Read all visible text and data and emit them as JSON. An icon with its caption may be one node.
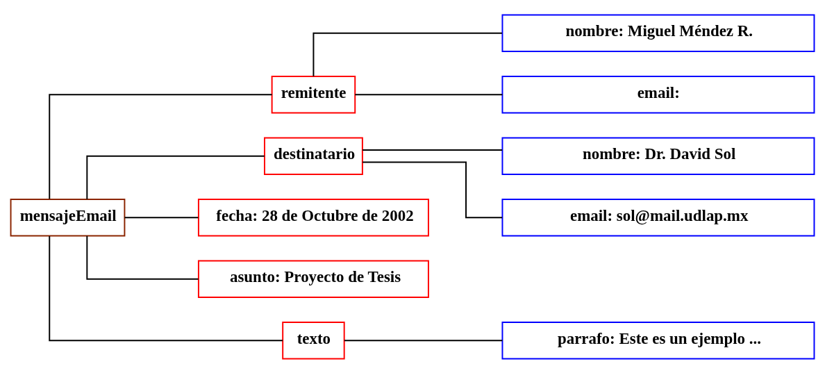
{
  "diagram": {
    "nodes": [
      {
        "text": [
          "mensajeEmail"
        ]
      },
      {
        "text": [
          "remitente"
        ]
      },
      {
        "text": [
          "nombre: Miguel Méndez R."
        ]
      },
      {
        "text": [
          "email:"
        ]
      },
      {
        "text": [
          "destinatario"
        ]
      },
      {
        "text": [
          "nombre: Dr. David Sol"
        ]
      },
      {
        "text": [
          "email: sol@mail.udlap.mx"
        ]
      },
      {
        "text": [
          "fecha: 28 de Octubre de 2002"
        ]
      },
      {
        "text": [
          "asunto: Proyecto de Tesis"
        ]
      },
      {
        "text": [
          "texto"
        ]
      },
      {
        "text": [
          "parrafo: Este es un ejemplo ..."
        ]
      }
    ],
    "edges": [
      {
        "from": 0,
        "to": 1,
        "arrow": "none"
      },
      {
        "from": 0,
        "to": 4,
        "arrow": "none"
      },
      {
        "from": 0,
        "to": 7,
        "arrow": "none"
      },
      {
        "from": 0,
        "to": 8,
        "arrow": "none"
      },
      {
        "from": 0,
        "to": 9,
        "arrow": "none"
      },
      {
        "from": 1,
        "to": 2,
        "arrow": "none"
      },
      {
        "from": 1,
        "to": 3,
        "arrow": "none"
      },
      {
        "from": 4,
        "to": 5,
        "arrow": "none"
      },
      {
        "from": 4,
        "to": 6,
        "arrow": "none"
      },
      {
        "from": 9,
        "to": 10,
        "arrow": "none"
      }
    ]
  }
}
